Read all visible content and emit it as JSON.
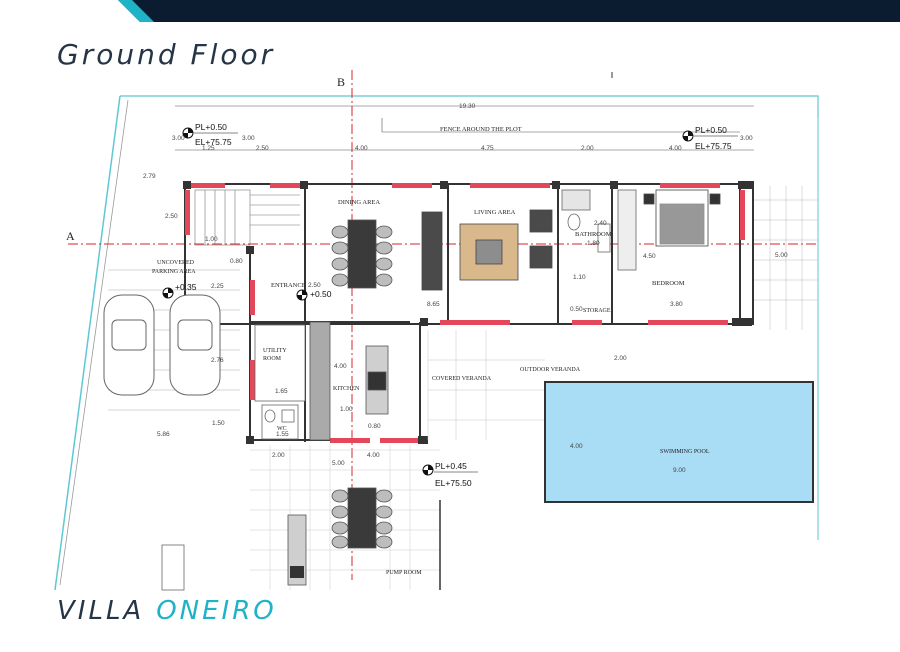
{
  "header": {
    "title": "Ground Floor"
  },
  "footer": {
    "brand_word1": "VILLA",
    "brand_word2": "ONEIRO"
  },
  "colors": {
    "navy": "#0b1b30",
    "accent_cyan": "#1fb3c8",
    "wall_red": "#e3475a",
    "pool_blue": "#a9dcf5",
    "axis_red": "#d6242c",
    "boundary_teal": "#5ec7d6",
    "rug_tan": "#d9b98c"
  },
  "axes": {
    "a": "A",
    "b": "B"
  },
  "rooms": {
    "dining": "DINING AREA",
    "living": "LIVING AREA",
    "bathroom": "BATHROOM",
    "bedroom": "BEDROOM",
    "storage": "STORAGE",
    "entrance": "ENTRANCE",
    "parking_1": "UNCOVERED",
    "parking_2": "PARKING AREA",
    "utility_1": "UTILITY",
    "utility_2": "ROOM",
    "kitchen": "KITCHEN",
    "covered_veranda": "COVERED VERANDA",
    "outdoor_veranda": "OUTDOOR VERANDA",
    "pool": "SWIMMING POOL",
    "wc": "WC",
    "pump": "PUMP ROOM"
  },
  "notes": {
    "fence": "FENCE AROUND THE PLOT"
  },
  "levels": [
    {
      "pl": "PL+0.50",
      "el": "EL+75.75"
    },
    {
      "pl": "PL+0.50",
      "el": "EL+75.75"
    },
    {
      "pl": "+0.35"
    },
    {
      "pl": "+0.50"
    },
    {
      "pl": "PL+0.45",
      "el": "EL+75.50"
    }
  ],
  "dims": {
    "total": "19.30",
    "d1": "1.25",
    "d2": "2.50",
    "d3": "4.00",
    "d4": "4.75",
    "d5": "2.00",
    "d6": "4.00",
    "d7": "3.00",
    "d8": "3.00",
    "d9": "2.79",
    "d10": "2.50",
    "d11": "1.00",
    "d12": "0.80",
    "d13": "2.25",
    "d14": "2.76",
    "d15": "1.50",
    "d16": "5.86",
    "d17": "2.50",
    "d18": "8.65",
    "d19": "2.40",
    "d20": "1.80",
    "d21": "4.50",
    "d22": "1.10",
    "d23": "0.50",
    "d24": "3.80",
    "d25": "5.00",
    "d26": "4.00",
    "d27": "1.65",
    "d28": "1.00",
    "d29": "0.80",
    "d30": "2.00",
    "d31": "4.00",
    "d32": "9.00",
    "d33": "2.00",
    "d34": "5.00",
    "d35": "4.00",
    "d36": "1.55"
  }
}
